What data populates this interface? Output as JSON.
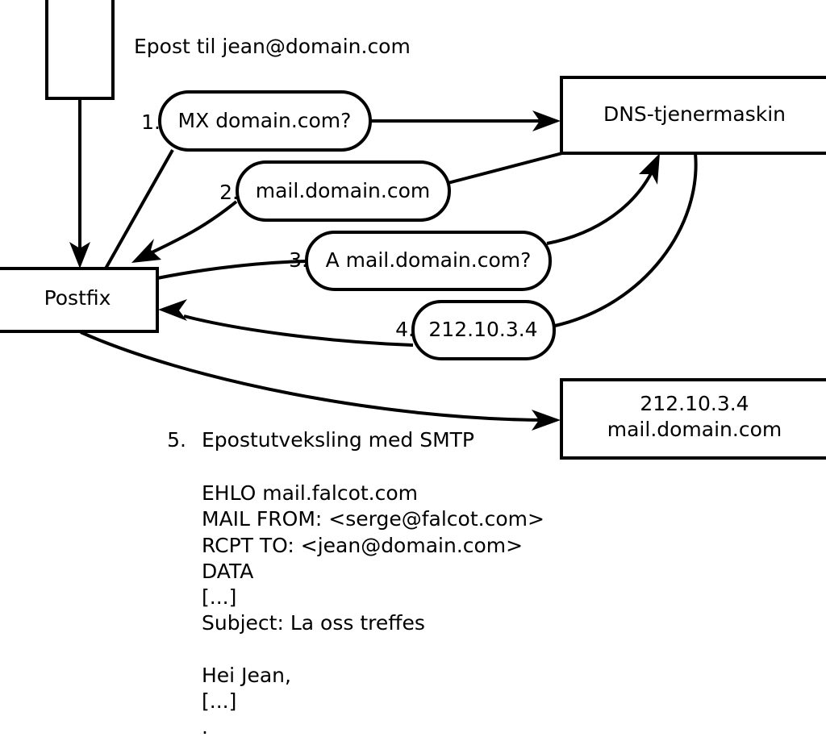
{
  "figure": {
    "title": "Epost til jean@domain.com",
    "language": "Norwegian"
  },
  "nodes": {
    "client_box": {
      "label": ""
    },
    "postfix_box": {
      "label": "Postfix"
    },
    "dns_box": {
      "label": "DNS-tjenermaskin"
    },
    "mailserver_box": {
      "line1": "212.10.3.4",
      "line2": "mail.domain.com"
    }
  },
  "steps": [
    {
      "num": "1.",
      "text": "MX domain.com?"
    },
    {
      "num": "2.",
      "text": "mail.domain.com"
    },
    {
      "num": "3.",
      "text": "A mail.domain.com?"
    },
    {
      "num": "4.",
      "text": "212.10.3.4"
    }
  ],
  "final_step": {
    "num": "5.",
    "label": "Epostutveksling med SMTP"
  },
  "smtp_transcript": [
    "EHLO mail.falcot.com",
    "MAIL FROM: <serge@falcot.com>",
    "RCPT TO: <jean@domain.com>",
    "DATA",
    "[...]",
    "Subject: La oss treffes",
    "",
    "Hei Jean,",
    "[...]",
    "."
  ],
  "colors": {
    "stroke": "#000000",
    "fill": "#ffffff",
    "text": "#000000"
  }
}
